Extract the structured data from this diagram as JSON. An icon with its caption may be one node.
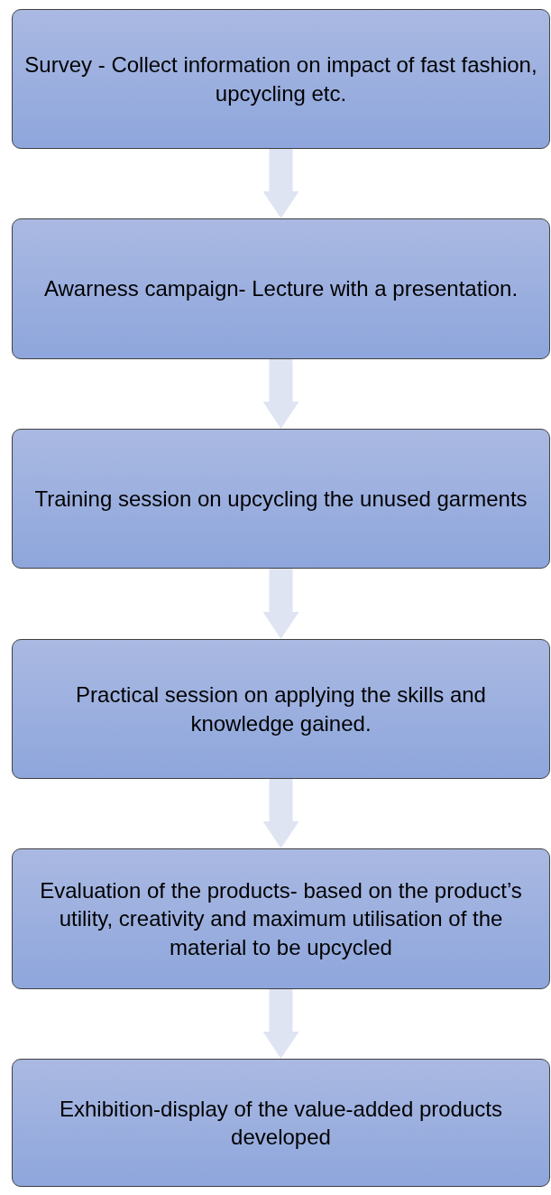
{
  "diagram": {
    "nodes": [
      {
        "text": [
          "Survey - Collect information on impact of fast fashion, upcycling etc."
        ]
      },
      {
        "text": [
          "Awarness campaign- Lecture with a presentation."
        ]
      },
      {
        "text": [
          "Training session on upcycling the unused garments"
        ]
      },
      {
        "text": [
          "Practical session on applying the skills and knowledge gained."
        ]
      },
      {
        "text": [
          "Evaluation of the products- based on the product’s utility, creativity and maximum utilisation of the material to be upcycled"
        ]
      },
      {
        "text": [
          "Exhibition-display of the value-added products developed"
        ]
      }
    ],
    "edges": [
      {
        "from": 0,
        "to": 1,
        "arrow": "to"
      },
      {
        "from": 1,
        "to": 2,
        "arrow": "to"
      },
      {
        "from": 2,
        "to": 3,
        "arrow": "to"
      },
      {
        "from": 3,
        "to": 4,
        "arrow": "to"
      },
      {
        "from": 4,
        "to": 5,
        "arrow": "to"
      }
    ]
  }
}
